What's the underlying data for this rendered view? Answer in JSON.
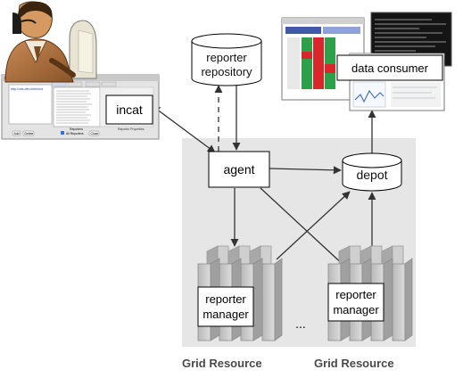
{
  "nodes": {
    "repository": [
      "reporter",
      "repository"
    ],
    "agent": "agent",
    "depot": "depot",
    "incat": "incat",
    "consumer": "data consumer",
    "manager_left": [
      "reporter",
      "manager"
    ],
    "manager_right": [
      "reporter",
      "manager"
    ],
    "ellipsis": "..."
  },
  "grid_labels": [
    "Grid Resource",
    "Grid Resource"
  ],
  "incat_window": {
    "url_text": "http://vas.dev.obtn/hcd",
    "buttons": [
      "Add",
      "Delete",
      "Reporters",
      "Close"
    ],
    "section_labels": [
      "Reporter Properties"
    ],
    "checkbox_label": "All Reporters"
  },
  "colors": {
    "panel": "#e6e6e6",
    "box_border": "#000000",
    "grid_label_text": "#4a4a4a",
    "node_fill": "#ffffff"
  }
}
